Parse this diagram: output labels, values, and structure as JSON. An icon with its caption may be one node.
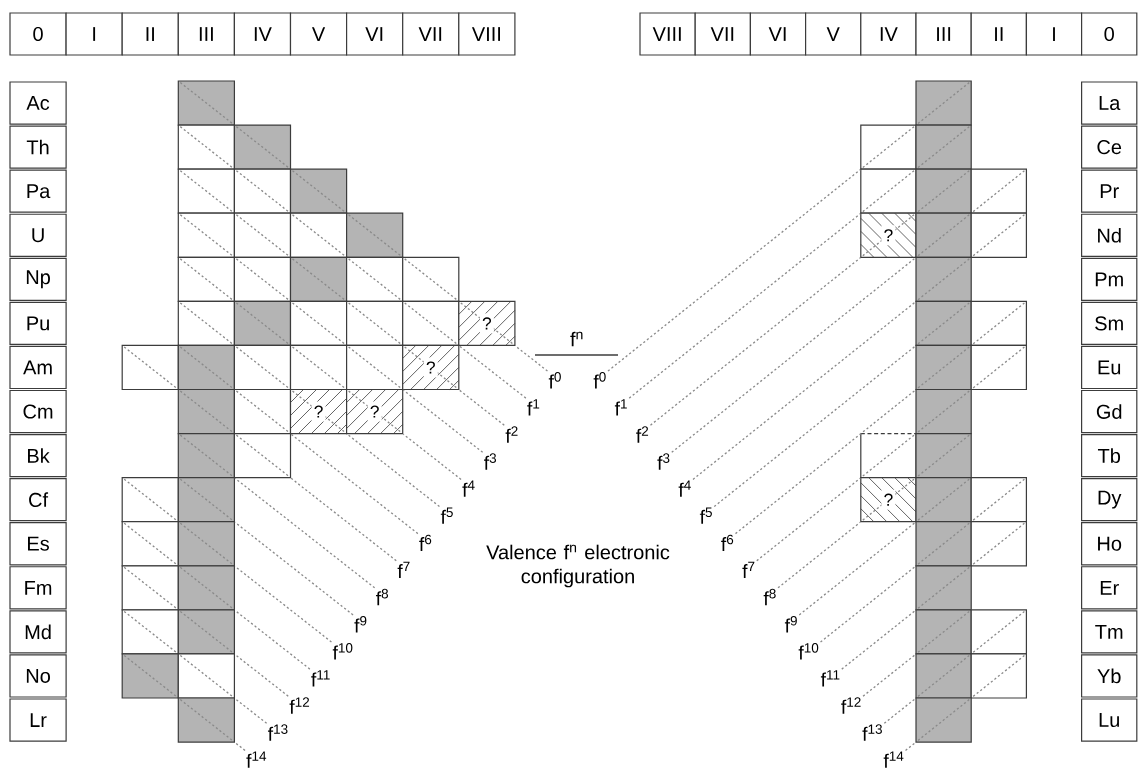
{
  "diagram": {
    "nodes": [
      {
        "text": [
          "0"
        ]
      },
      {
        "text": [
          "I"
        ]
      },
      {
        "text": [
          "II"
        ]
      },
      {
        "text": [
          "III"
        ]
      },
      {
        "text": [
          "IV"
        ]
      },
      {
        "text": [
          "V"
        ]
      },
      {
        "text": [
          "VI"
        ]
      },
      {
        "text": [
          "VII"
        ]
      },
      {
        "text": [
          "VIII"
        ]
      },
      {
        "text": [
          "VIII"
        ]
      },
      {
        "text": [
          "VII"
        ]
      },
      {
        "text": [
          "VI"
        ]
      },
      {
        "text": [
          "V"
        ]
      },
      {
        "text": [
          "IV"
        ]
      },
      {
        "text": [
          "III"
        ]
      },
      {
        "text": [
          "II"
        ]
      },
      {
        "text": [
          "I"
        ]
      },
      {
        "text": [
          "0"
        ]
      },
      {
        "text": [
          "Ac"
        ]
      },
      {
        "text": [
          "Th"
        ]
      },
      {
        "text": [
          "Pa"
        ]
      },
      {
        "text": [
          "U"
        ]
      },
      {
        "text": [
          "Np"
        ]
      },
      {
        "text": [
          "Pu"
        ]
      },
      {
        "text": [
          "Am"
        ]
      },
      {
        "text": [
          "Cm"
        ]
      },
      {
        "text": [
          "Bk"
        ]
      },
      {
        "text": [
          "Cf"
        ]
      },
      {
        "text": [
          "Es"
        ]
      },
      {
        "text": [
          "Fm"
        ]
      },
      {
        "text": [
          "Md"
        ]
      },
      {
        "text": [
          "No"
        ]
      },
      {
        "text": [
          "Lr"
        ]
      },
      {
        "text": [
          "La"
        ]
      },
      {
        "text": [
          "Ce"
        ]
      },
      {
        "text": [
          "Pr"
        ]
      },
      {
        "text": [
          "Nd"
        ]
      },
      {
        "text": [
          "Pm"
        ]
      },
      {
        "text": [
          "Sm"
        ]
      },
      {
        "text": [
          "Eu"
        ]
      },
      {
        "text": [
          "Gd"
        ]
      },
      {
        "text": [
          "Tb"
        ]
      },
      {
        "text": [
          "Dy"
        ]
      },
      {
        "text": [
          "Ho"
        ]
      },
      {
        "text": [
          "Er"
        ]
      },
      {
        "text": [
          "Tm"
        ]
      },
      {
        "text": [
          "Yb"
        ]
      },
      {
        "text": [
          "Lu"
        ]
      },
      {
        "text": [],
        "shape": "box"
      },
      {
        "text": [],
        "shape": "box"
      },
      {
        "text": [],
        "shape": "box"
      },
      {
        "text": [],
        "shape": "box"
      },
      {
        "text": [],
        "shape": "box"
      },
      {
        "text": [],
        "shape": "box"
      },
      {
        "text": [],
        "shape": "box"
      },
      {
        "text": [],
        "shape": "box"
      },
      {
        "text": [],
        "shape": "box"
      },
      {
        "text": [],
        "shape": "box"
      },
      {
        "text": [],
        "shape": "box"
      },
      {
        "text": [],
        "shape": "box"
      },
      {
        "text": [],
        "shape": "box"
      },
      {
        "text": [],
        "shape": "box"
      },
      {
        "text": [],
        "shape": "box"
      },
      {
        "text": [],
        "shape": "box"
      },
      {
        "text": [],
        "shape": "box"
      },
      {
        "text": [],
        "shape": "box"
      },
      {
        "text": [],
        "shape": "box"
      },
      {
        "text": [],
        "shape": "box"
      },
      {
        "text": [
          "?"
        ]
      },
      {
        "text": [],
        "shape": "box"
      },
      {
        "text": [],
        "shape": "box"
      },
      {
        "text": [],
        "shape": "box"
      },
      {
        "text": [],
        "shape": "box"
      },
      {
        "text": [],
        "shape": "box"
      },
      {
        "text": [
          "?"
        ]
      },
      {
        "text": [],
        "shape": "box"
      },
      {
        "text": [],
        "shape": "box"
      },
      {
        "text": [
          "?"
        ]
      },
      {
        "text": [
          "?"
        ]
      },
      {
        "text": [],
        "shape": "box"
      },
      {
        "text": [],
        "shape": "box"
      },
      {
        "text": [],
        "shape": "box"
      },
      {
        "text": [],
        "shape": "box"
      },
      {
        "text": [],
        "shape": "box"
      },
      {
        "text": [],
        "shape": "box"
      },
      {
        "text": [],
        "shape": "box"
      },
      {
        "text": [],
        "shape": "box"
      },
      {
        "text": [],
        "shape": "box"
      },
      {
        "text": [],
        "shape": "box"
      },
      {
        "text": [],
        "shape": "box"
      },
      {
        "text": [],
        "shape": "box"
      },
      {
        "text": [],
        "shape": "box"
      },
      {
        "text": [],
        "shape": "box"
      },
      {
        "text": [],
        "shape": "box"
      },
      {
        "text": [],
        "shape": "box"
      },
      {
        "text": [],
        "shape": "box"
      },
      {
        "text": [],
        "shape": "box"
      },
      {
        "text": [],
        "shape": "box"
      },
      {
        "text": [
          "?"
        ]
      },
      {
        "text": [],
        "shape": "box"
      },
      {
        "text": [],
        "shape": "box"
      },
      {
        "text": [],
        "shape": "box"
      },
      {
        "text": [],
        "shape": "box"
      },
      {
        "text": [],
        "shape": "box"
      },
      {
        "text": [],
        "shape": "box"
      },
      {
        "text": [],
        "shape": "box"
      },
      {
        "text": [],
        "shape": "box"
      },
      {
        "text": [],
        "shape": "box"
      },
      {
        "text": [],
        "shape": "box"
      },
      {
        "text": [
          "?"
        ]
      },
      {
        "text": [],
        "shape": "box"
      },
      {
        "text": [],
        "shape": "box"
      },
      {
        "text": [],
        "shape": "box"
      },
      {
        "text": [],
        "shape": "box"
      },
      {
        "text": [],
        "shape": "box"
      },
      {
        "text": [],
        "shape": "box"
      },
      {
        "text": [],
        "shape": "box"
      },
      {
        "text": [],
        "shape": "box"
      },
      {
        "text": [],
        "shape": "box"
      },
      {
        "text": [],
        "shape": "box"
      },
      {
        "text": [
          "f$^{0}$"
        ]
      },
      {
        "text": [
          "f$^{1}$"
        ]
      },
      {
        "text": [
          "f$^{2}$"
        ]
      },
      {
        "text": [
          "f$^{3}$"
        ]
      },
      {
        "text": [
          "f$^{4}$"
        ]
      },
      {
        "text": [
          "f$^{5}$"
        ]
      },
      {
        "text": [
          "f$^{6}$"
        ]
      },
      {
        "text": [
          "f$^{7}$"
        ]
      },
      {
        "text": [
          "f$^{8}$"
        ]
      },
      {
        "text": [
          "f$^{9}$"
        ]
      },
      {
        "text": [
          "f$^{10}$"
        ]
      },
      {
        "text": [
          "f$^{11}$"
        ]
      },
      {
        "text": [
          "f$^{12}$"
        ]
      },
      {
        "text": [
          "f$^{13}$"
        ]
      },
      {
        "text": [
          "f$^{14}$"
        ]
      },
      {
        "text": [
          "f$^{0}$"
        ]
      },
      {
        "text": [
          "f$^{1}$"
        ]
      },
      {
        "text": [
          "f$^{2}$"
        ]
      },
      {
        "text": [
          "f$^{3}$"
        ]
      },
      {
        "text": [
          "f$^{4}$"
        ]
      },
      {
        "text": [
          "f$^{5}$"
        ]
      },
      {
        "text": [
          "f$^{6}$"
        ]
      },
      {
        "text": [
          "f$^{7}$"
        ]
      },
      {
        "text": [
          "f$^{8}$"
        ]
      },
      {
        "text": [
          "f$^{9}$"
        ]
      },
      {
        "text": [
          "f$^{10}$"
        ]
      },
      {
        "text": [
          "f$^{11}$"
        ]
      },
      {
        "text": [
          "f$^{12}$"
        ]
      },
      {
        "text": [
          "f$^{13}$"
        ]
      },
      {
        "text": [
          "f$^{14}$"
        ]
      }
    ],
    "edges": [
      {
        "from": 120,
        "to": 68,
        "arrow": "none",
        "style": "dashed"
      },
      {
        "from": 121,
        "to": 67,
        "arrow": "none",
        "style": "dashed"
      },
      {
        "from": 122,
        "to": 74,
        "arrow": "none",
        "style": "dashed"
      },
      {
        "from": 123,
        "to": 73,
        "arrow": "none",
        "style": "dashed"
      },
      {
        "from": 124,
        "to": 78,
        "arrow": "none",
        "style": "dashed"
      },
      {
        "from": 125,
        "to": 77,
        "arrow": "none",
        "style": "dashed"
      },
      {
        "from": 126,
        "to": 76,
        "arrow": "none",
        "style": "dashed"
      },
      {
        "from": 127,
        "to": 80,
        "arrow": "none",
        "style": "dashed"
      },
      {
        "from": 128,
        "to": 79,
        "arrow": "none",
        "style": "dashed"
      },
      {
        "from": 129,
        "to": 82,
        "arrow": "none",
        "style": "dashed"
      },
      {
        "from": 130,
        "to": 84,
        "arrow": "none",
        "style": "dashed"
      },
      {
        "from": 131,
        "to": 86,
        "arrow": "none",
        "style": "dashed"
      },
      {
        "from": 132,
        "to": 88,
        "arrow": "none",
        "style": "dashed"
      },
      {
        "from": 133,
        "to": 90,
        "arrow": "none",
        "style": "dashed"
      },
      {
        "from": 134,
        "to": 91,
        "arrow": "none",
        "style": "dashed"
      },
      {
        "from": 135,
        "to": 93,
        "arrow": "none",
        "style": "dashed"
      },
      {
        "from": 136,
        "to": 95,
        "arrow": "none",
        "style": "dashed"
      },
      {
        "from": 137,
        "to": 98,
        "arrow": "none",
        "style": "dashed"
      },
      {
        "from": 138,
        "to": 99,
        "arrow": "none",
        "style": "dashed"
      },
      {
        "from": 139,
        "to": 101,
        "arrow": "none",
        "style": "dashed"
      },
      {
        "from": 140,
        "to": 102,
        "arrow": "none",
        "style": "dashed"
      },
      {
        "from": 141,
        "to": 104,
        "arrow": "none",
        "style": "dashed"
      },
      {
        "from": 142,
        "to": 107,
        "arrow": "none",
        "style": "dashed"
      },
      {
        "from": 143,
        "to": 109,
        "arrow": "none",
        "style": "dashed"
      },
      {
        "from": 144,
        "to": 110,
        "arrow": "none",
        "style": "dashed"
      },
      {
        "from": 145,
        "to": 112,
        "arrow": "none",
        "style": "dashed"
      },
      {
        "from": 146,
        "to": 114,
        "arrow": "none",
        "style": "dashed"
      },
      {
        "from": 147,
        "to": 115,
        "arrow": "none",
        "style": "dashed"
      },
      {
        "from": 148,
        "to": 117,
        "arrow": "none",
        "style": "dashed"
      },
      {
        "from": 149,
        "to": 119,
        "arrow": "none",
        "style": "dashed"
      }
    ],
    "labels": [
      "f$^{n}$",
      "Valence f$^{n}$ electronic configuration"
    ]
  }
}
